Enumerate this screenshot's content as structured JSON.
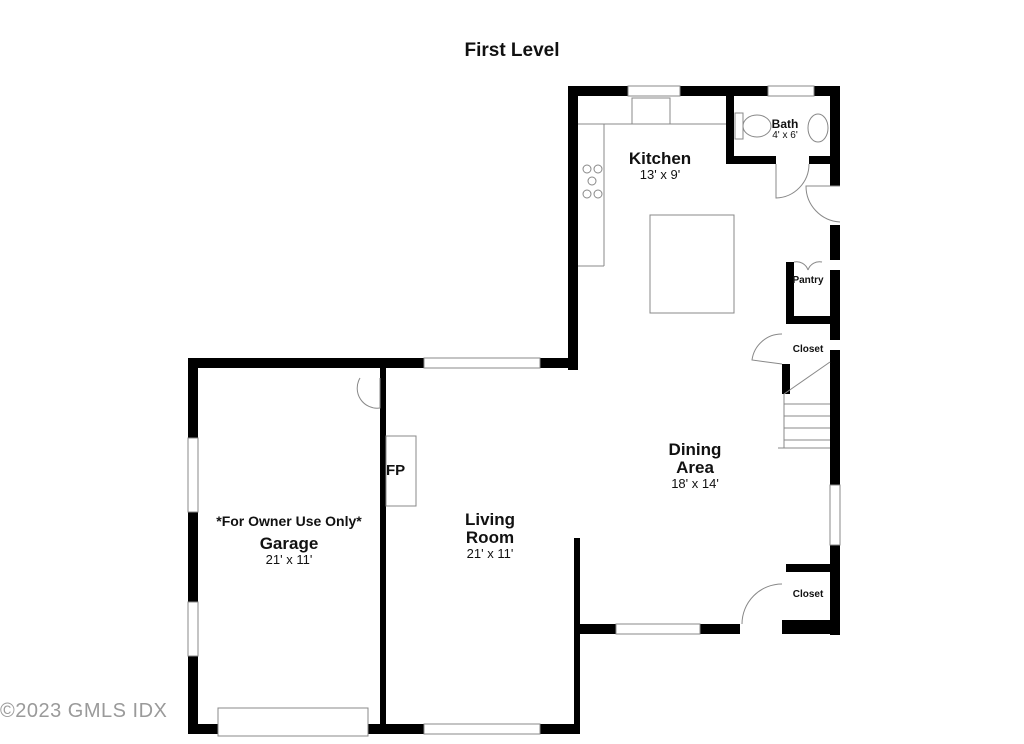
{
  "title": "First Level",
  "rooms": {
    "kitchen": {
      "name": "Kitchen",
      "dims": "13' x 9'"
    },
    "bath": {
      "name": "Bath",
      "dims": "4' x 6'"
    },
    "pantry": {
      "name": "Pantry"
    },
    "closet_upper": {
      "name": "Closet"
    },
    "dining": {
      "name_line1": "Dining",
      "name_line2": "Area",
      "dims": "18' x 14'"
    },
    "living": {
      "name_line1": "Living",
      "name_line2": "Room",
      "dims": "21' x 11'"
    },
    "garage": {
      "note": "*For Owner Use Only*",
      "name": "Garage",
      "dims": "21' x 11'"
    },
    "closet_lower": {
      "name": "Closet"
    },
    "fireplace": {
      "name": "FP"
    }
  },
  "watermark": "©2023 GMLS IDX",
  "colors": {
    "wall": "#000000",
    "fixture": "#888888",
    "background": "#ffffff",
    "watermark": "#9a9a9a"
  }
}
